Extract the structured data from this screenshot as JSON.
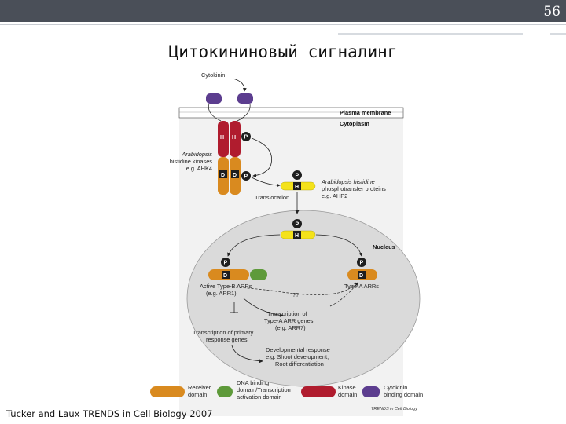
{
  "slide": {
    "page_number": "56",
    "title": "Цитокининовый сигналинг",
    "credit": "Tucker and Laux TRENDS in Cell Biology 2007"
  },
  "diagram": {
    "cytokinin": "Cytokinin",
    "plasma_membrane": "Plasma membrane",
    "cytoplasm": "Cytoplasm",
    "nucleus": "Nucleus",
    "letters": {
      "p": "P",
      "h": "H",
      "d": "D"
    },
    "kinase_label": [
      "Arabidopsis",
      "histidine kinases",
      "e.g. AHK4"
    ],
    "ahp_label": [
      "Arabidopsis histidine",
      "phosphotransfer proteins",
      "e.g. AHP2"
    ],
    "translocation": "Translocation",
    "type_b_label": [
      "Active Type-B ARRs",
      "(e.g. ARR1)"
    ],
    "type_a_label": "Type-A ARRs",
    "unknown": "??",
    "transcription_a": [
      "Transcription of",
      "Type-A ARR genes",
      "(e.g. ARR7)"
    ],
    "transcription_primary": [
      "Transcription of primary",
      "response genes"
    ],
    "developmental": [
      "Developmental response",
      "e.g. Shoot development,",
      "Root differentiation"
    ],
    "legend": {
      "receiver": [
        "Receiver",
        "domain"
      ],
      "dna": [
        "DNA binding",
        "domain/Transcription",
        "activation domain"
      ],
      "kinase": [
        "Kinase",
        "domain"
      ],
      "cytokinin_binding": [
        "Cytokinin",
        "binding domain"
      ]
    },
    "source_tag": "TRENDS in Cell Biology",
    "colors": {
      "kinase": "#b01c2e",
      "receiver": "#d98a1f",
      "ahp": "#f4e21a",
      "cytokinin_binding": "#5c3d8f",
      "dna_binding": "#5e9a3a",
      "nucleus": "#dadada"
    }
  }
}
